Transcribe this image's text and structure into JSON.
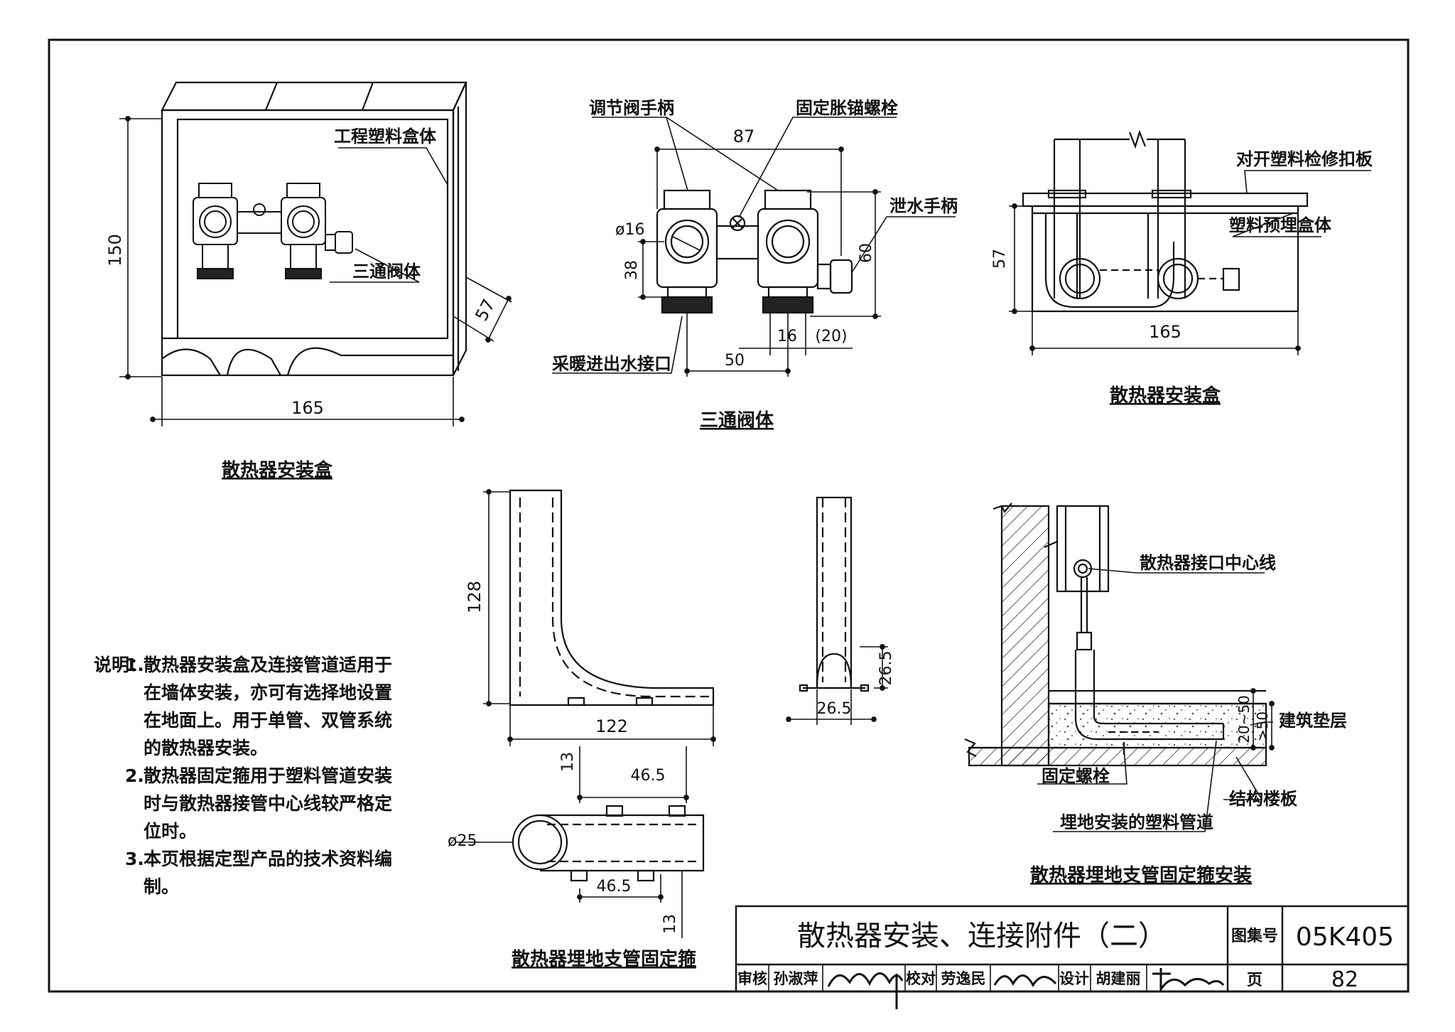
{
  "title_block": {
    "title": "散热器安装、连接附件（二）",
    "atlas_label": "图集号",
    "atlas_no": "05K405",
    "page_label": "页",
    "page_no": "82",
    "review_label": "审核",
    "reviewer": "孙淑萍",
    "check_label": "校对",
    "checker": "劳逸民",
    "design_label": "设计",
    "designer": "胡建丽"
  },
  "fig1": {
    "caption": "散热器安装盒",
    "label_box": "工程塑料盒体",
    "label_valve": "三通阀体",
    "dim_height": "150",
    "dim_width": "165",
    "dim_depth": "57"
  },
  "fig2": {
    "caption": "三通阀体",
    "label_handle": "调节阀手柄",
    "label_bolt": "固定胀锚螺栓",
    "label_drain": "泄水手柄",
    "label_port": "采暖进出水接口",
    "dim_87": "87",
    "dim_d16": "ø16",
    "dim_38": "38",
    "dim_60": "60",
    "dim_16": "16",
    "dim_20": "(20)",
    "dim_50": "50"
  },
  "fig3": {
    "caption": "散热器安装盒",
    "label_cover": "对开塑料检修扣板",
    "label_embed": "塑料预埋盒体",
    "dim_57": "57",
    "dim_165": "165"
  },
  "fig4": {
    "caption": "散热器埋地支管固定箍",
    "dim_128": "128",
    "dim_122": "122",
    "dim_265a": "26.5",
    "dim_265b": "26.5",
    "dim_13a": "13",
    "dim_465a": "46.5",
    "dim_d25": "ø25",
    "dim_465b": "46.5",
    "dim_13b": "13"
  },
  "fig5": {
    "caption": "散热器埋地支管固定箍安装",
    "label_center": "散热器接口中心线",
    "label_pad": "建筑垫层",
    "label_bolt": "固定螺栓",
    "label_slab": "结构楼板",
    "label_pipe": "埋地安装的塑料管道",
    "dim_2050": "20~50",
    "dim_gt50": ">50"
  },
  "notes": {
    "head": "说明：",
    "items": [
      {
        "num": "1.",
        "lines": [
          "散热器安装盒及连接管道适用于",
          "在墙体安装，亦可有选择地设置",
          "在地面上。用于单管、双管系统",
          "的散热器安装。"
        ]
      },
      {
        "num": "2.",
        "lines": [
          "散热器固定箍用于塑料管道安装",
          "时与散热器接管中心线较严格定",
          "位时。"
        ]
      },
      {
        "num": "3.",
        "lines": [
          "本页根据定型产品的技术资料编",
          "制。"
        ]
      }
    ]
  }
}
